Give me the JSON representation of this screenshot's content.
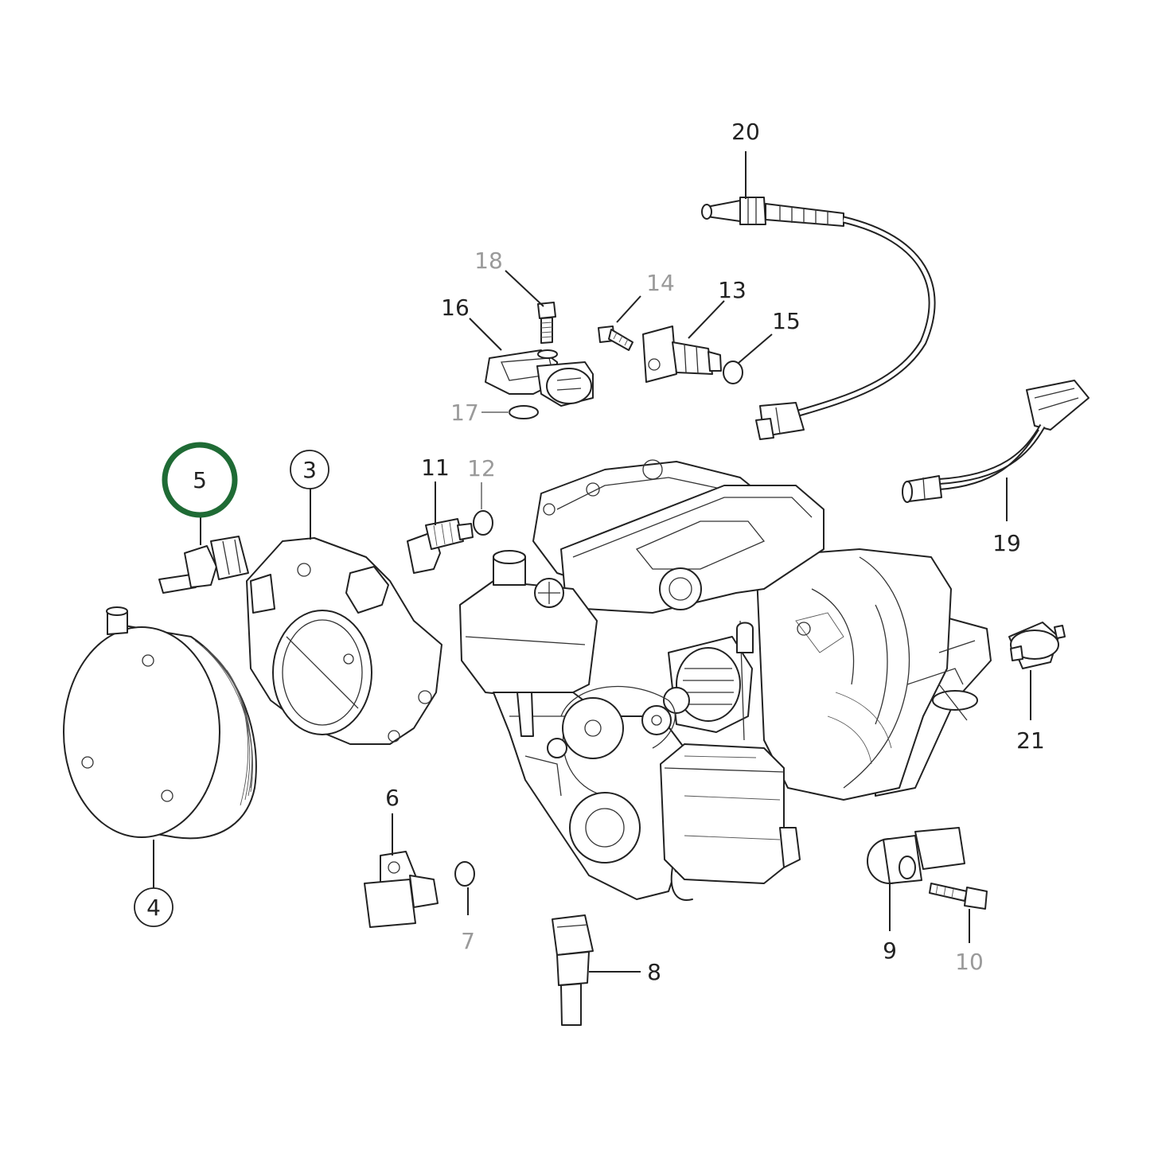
{
  "callouts": {
    "c3": "3",
    "c4": "4",
    "c5": "5",
    "c6": "6",
    "c7": "7",
    "c8": "8",
    "c9": "9",
    "c10": "10",
    "c11": "11",
    "c12": "12",
    "c13": "13",
    "c14": "14",
    "c15": "15",
    "c16": "16",
    "c17": "17",
    "c18": "18",
    "c19": "19",
    "c20": "20",
    "c21": "21"
  },
  "highlighted_part": "5",
  "colors": {
    "highlight": "#1f6b35",
    "line": "#222222",
    "secondary_label": "#9a9a9a"
  }
}
